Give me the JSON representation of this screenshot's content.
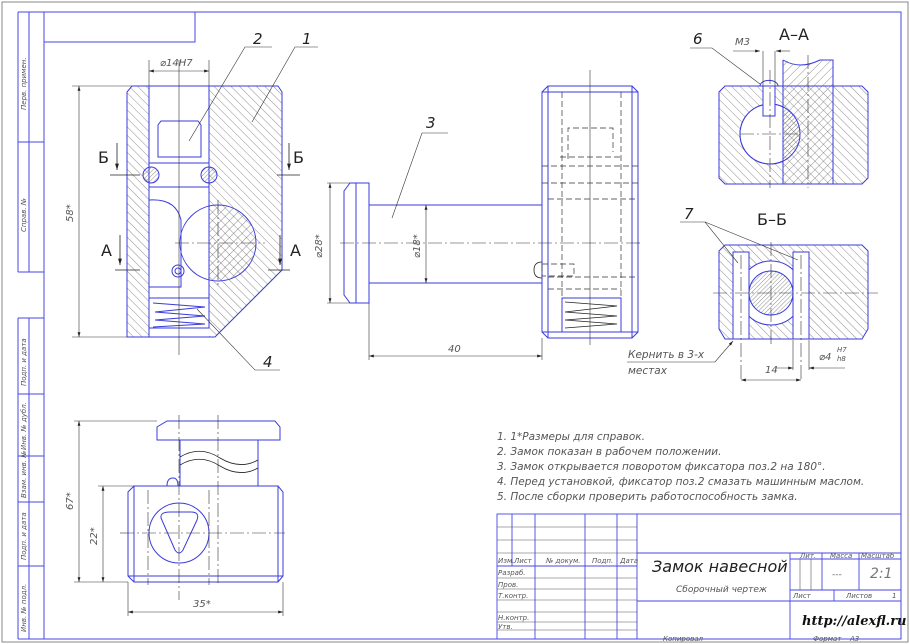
{
  "drawing": {
    "title": "Замок навесной",
    "subtitle": "Сборочный чертеж",
    "scale": "2:1",
    "mass": "---",
    "sheet_label": "Лист",
    "sheets_label": "Листов",
    "sheets_count": "1",
    "format_label": "Формат",
    "format_value": "A3",
    "copied_label": "Копировал",
    "url": "http://alexfl.ru"
  },
  "title_block_headers": {
    "lit": "Лит.",
    "mass": "Масса",
    "scale": "Масштаб",
    "izm": "Изм.",
    "list": "Лист",
    "doc_no": "№ докум.",
    "sign": "Подп.",
    "date": "Дата"
  },
  "title_block_rows": [
    "Разраб.",
    "Пров.",
    "Т.контр.",
    "",
    "Н.контр.",
    "Утв."
  ],
  "side_stamp": {
    "top": [
      "Перв. примен.",
      "Справ. №"
    ],
    "bottom": [
      "Подп. и дата",
      "Инв. № дубл.",
      "Взам. инв. №",
      "Подп. и дата",
      "Инв. № подл."
    ]
  },
  "section_labels": {
    "b_left": "Б",
    "b_right": "Б",
    "a_left": "А",
    "a_right": "А",
    "section_aa": "А–А",
    "section_bb": "Б–Б"
  },
  "positions": [
    "1",
    "2",
    "3",
    "4",
    "6",
    "7"
  ],
  "dimensions": {
    "bore": "⌀14H7",
    "height_58": "58*",
    "dia_28": "⌀28*",
    "dia_18": "⌀18*",
    "length_40": "40",
    "thread_m3": "M3",
    "pin_spacing": "14",
    "pin_dia": "⌀4",
    "pin_fit_top": "H7",
    "pin_fit_bottom": "h8",
    "height_67": "67*",
    "height_22": "22*",
    "width_35": "35*"
  },
  "annotations": {
    "punch_line1": "Кернить в 3-х",
    "punch_line2": "местах"
  },
  "notes": [
    "1. 1*Размеры для справок.",
    "2. Замок показан в рабочем положении.",
    "3. Замок открывается поворотом фиксатора поз.2 на 180°.",
    "4. Перед установкой, фиксатор поз.2 смазать машинным маслом.",
    "5. После сборки проверить работоспособность замка."
  ]
}
